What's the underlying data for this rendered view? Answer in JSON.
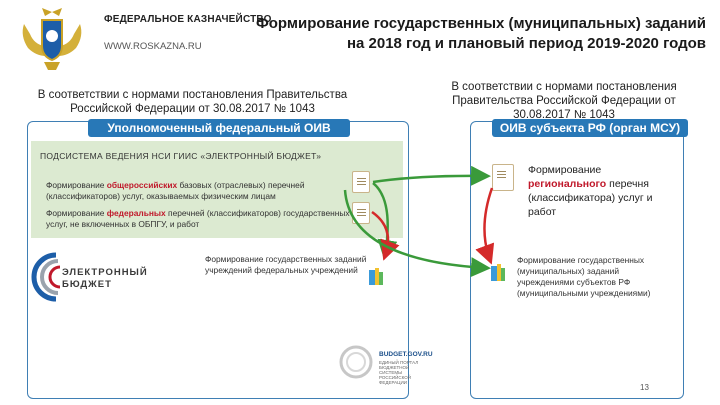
{
  "header": {
    "org_name": "ФЕДЕРАЛЬНОЕ КАЗНАЧЕЙСТВО",
    "org_url": "WWW.ROSKAZNA.RU",
    "title_line1": "Формирование государственных (муниципальных) заданий",
    "title_line2": "на 2018 год и плановый период 2019-2020 годов"
  },
  "basis": {
    "left": "В соответствии с нормами постановления Правительства Российской Федерации от 30.08.2017 № 1043",
    "right": "В соответствии с нормами постановления Правительства Российской Федерации от 30.08.2017 № 1043"
  },
  "left_block": {
    "ribbon": "Уполномоченный федеральный ОИВ",
    "panel_title": "ПОДСИСТЕМА ВЕДЕНИЯ НСИ ГИИС «ЭЛЕКТРОННЫЙ БЮДЖЕТ»",
    "item1_pre": "Формирование ",
    "item1_hl": "общероссийских",
    "item1_post": " базовых (отраслевых) перечней (классификаторов) услуг, оказываемых физическим лицам",
    "item2_pre": "Формирование ",
    "item2_hl": "федеральных",
    "item2_post": " перечней (классификаторов) государственных услуг, не включенных в ОБПГУ, и работ",
    "eb_line1": "ЭЛЕКТРОННЫЙ",
    "eb_line2": "БЮДЖЕТ",
    "fed_task": "Формирование государственных заданий учреждений федеральных учреждений"
  },
  "right_block": {
    "ribbon": "ОИВ субъекта РФ (орган МСУ)",
    "reg_pre": "Формирование ",
    "reg_hl": "регионального",
    "reg_post": " перечня (классификатора) услуг и работ",
    "reg_task": "Формирование государственных (муниципальных) заданий учреждениями субъектов РФ (муниципальными учреждениями)"
  },
  "portal": {
    "url": "BUDGET.GOV.RU",
    "subtitle": "ЕДИНЫЙ ПОРТАЛ БЮДЖЕТНОЙ СИСТЕМЫ РОССИЙСКОЙ ФЕДЕРАЦИИ"
  },
  "page_number": "13",
  "colors": {
    "frame": "#3f7fb4",
    "ribbon": "#2878b7",
    "panel": "#dcead1",
    "highlight": "#c0192b",
    "arrow_green": "#3a9a3a",
    "arrow_red": "#d42a2a"
  }
}
